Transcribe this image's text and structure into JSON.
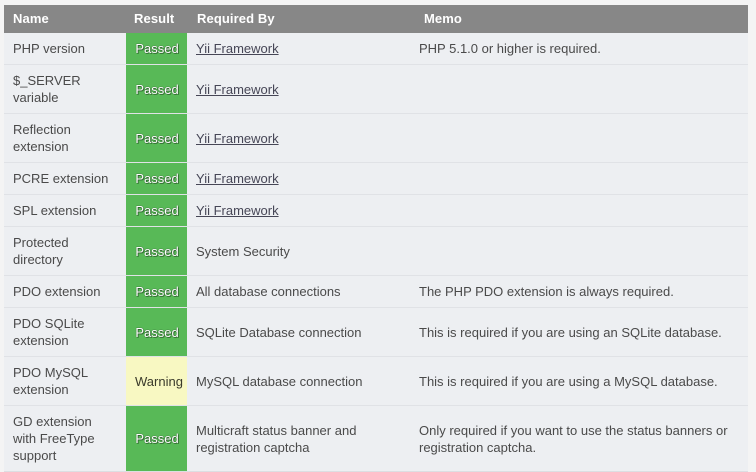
{
  "table": {
    "columns": [
      "Name",
      "Result",
      "Required By",
      "Memo"
    ],
    "colors": {
      "header_bg": "#878787",
      "header_text": "#ffffff",
      "row_bg": "#edeff2",
      "row_text": "#4a4a4a",
      "passed_bg": "#58b957",
      "passed_text": "#ffffff",
      "warning_bg": "#f8f8c2",
      "warning_text": "#3a3a2a",
      "link_text": "#464656",
      "page_bg": "#f4f4f4"
    },
    "rows": [
      {
        "name": "PHP version",
        "result": "Passed",
        "result_state": "passed",
        "required_by": "Yii Framework",
        "required_by_is_link": true,
        "memo": "PHP 5.1.0 or higher is required."
      },
      {
        "name": "$_SERVER variable",
        "result": "Passed",
        "result_state": "passed",
        "required_by": "Yii Framework",
        "required_by_is_link": true,
        "memo": ""
      },
      {
        "name": "Reflection extension",
        "result": "Passed",
        "result_state": "passed",
        "required_by": "Yii Framework",
        "required_by_is_link": true,
        "memo": ""
      },
      {
        "name": "PCRE extension",
        "result": "Passed",
        "result_state": "passed",
        "required_by": "Yii Framework",
        "required_by_is_link": true,
        "memo": ""
      },
      {
        "name": "SPL extension",
        "result": "Passed",
        "result_state": "passed",
        "required_by": "Yii Framework",
        "required_by_is_link": true,
        "memo": ""
      },
      {
        "name": "Protected directory",
        "result": "Passed",
        "result_state": "passed",
        "required_by": "System Security",
        "required_by_is_link": false,
        "memo": ""
      },
      {
        "name": "PDO extension",
        "result": "Passed",
        "result_state": "passed",
        "required_by": "All database connections",
        "required_by_is_link": false,
        "memo": "The PHP PDO extension is always required."
      },
      {
        "name": "PDO SQLite extension",
        "result": "Passed",
        "result_state": "passed",
        "required_by": "SQLite Database connection",
        "required_by_is_link": false,
        "memo": "This is required if you are using an SQLite database."
      },
      {
        "name": "PDO MySQL extension",
        "result": "Warning",
        "result_state": "warning",
        "required_by": "MySQL database connection",
        "required_by_is_link": false,
        "memo": "This is required if you are using a MySQL database."
      },
      {
        "name": "GD extension with FreeType support",
        "result": "Passed",
        "result_state": "passed",
        "required_by": "Multicraft status banner and registration captcha",
        "required_by_is_link": false,
        "memo": "Only required if you want to use the status banners or registration captcha."
      }
    ]
  }
}
